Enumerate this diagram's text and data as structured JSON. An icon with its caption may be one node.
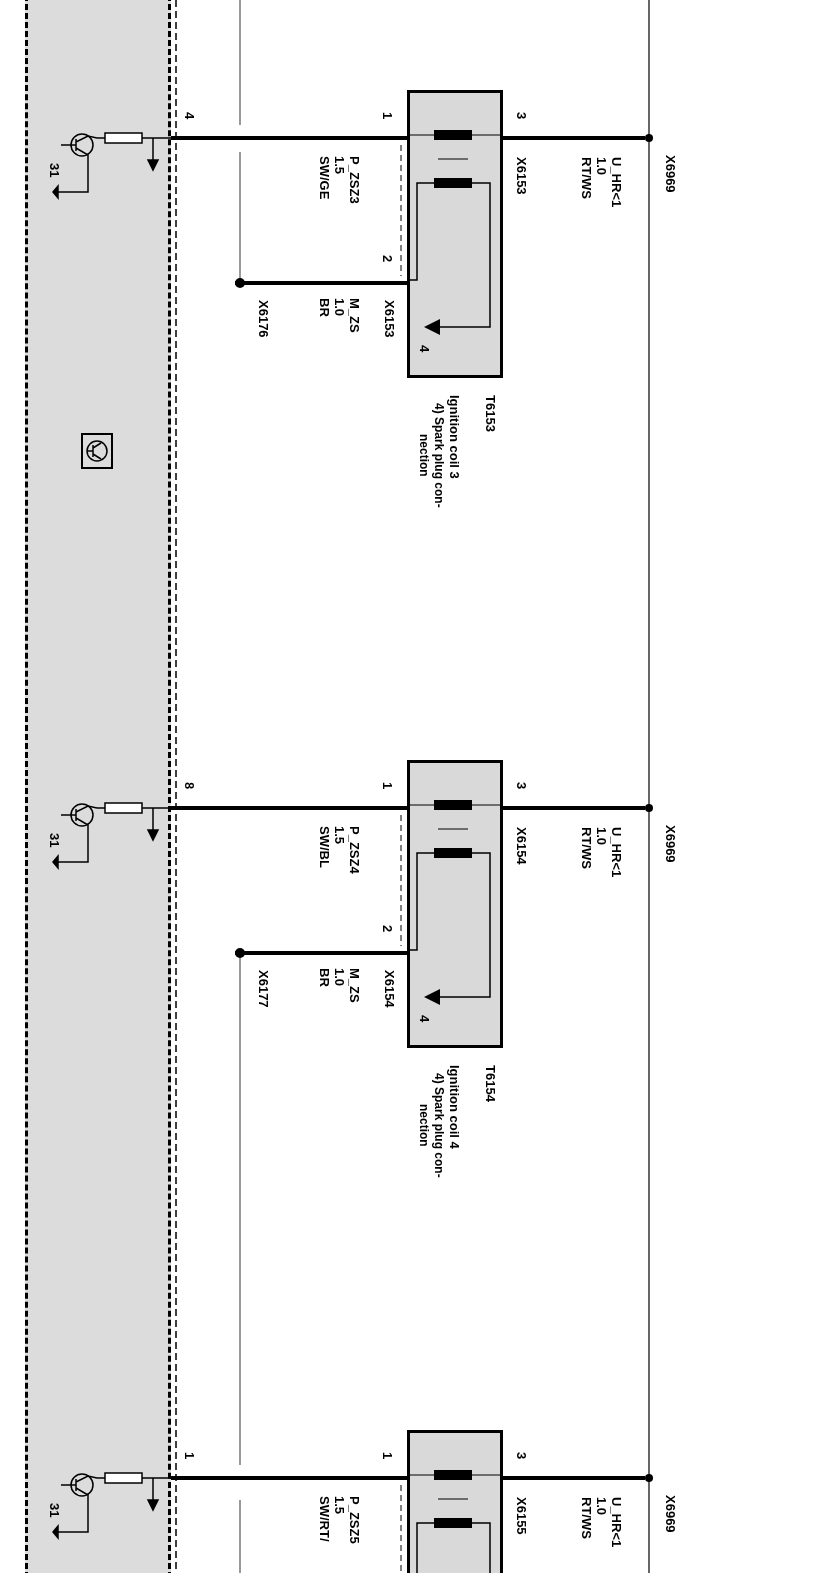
{
  "diagram": {
    "nodes": [
      {
        "text": [],
        "shape": "box"
      },
      {
        "text": [
          "T6153",
          "Ignition coil 3",
          "4) Spark plug con- nection"
        ]
      },
      {
        "text": [
          "X6176"
        ]
      },
      {
        "text": [
          "X6969"
        ]
      },
      {
        "text": [
          "T6154",
          "Ignition coil 4",
          "4) Spark plug con- nection"
        ]
      },
      {
        "text": [
          "X6177"
        ]
      },
      {
        "text": [
          "X6969"
        ]
      },
      {
        "text": [],
        "shape": "box"
      },
      {
        "text": [
          "X6969"
        ]
      }
    ],
    "edges": [
      {
        "from": 0,
        "to": 1,
        "arrow": "none",
        "label": "P_ZSZ3 1.5 SW/GE"
      },
      {
        "from": 1,
        "to": 2,
        "arrow": "none",
        "label": "M_ZS 1.0 BR"
      },
      {
        "from": 1,
        "to": 3,
        "arrow": "none",
        "label": "U_HR<1 1.0 RT/WS"
      },
      {
        "from": 0,
        "to": 4,
        "arrow": "none",
        "label": "P_ZSZ4 1.5 SW/BL"
      },
      {
        "from": 4,
        "to": 5,
        "arrow": "none",
        "label": "M_ZS 1.0 BR"
      },
      {
        "from": 4,
        "to": 6,
        "arrow": "none",
        "label": "U_HR<1 1.0 RT/WS"
      },
      {
        "from": 0,
        "to": 7,
        "arrow": "none",
        "label": "P_ZSZ5 1.5 SW/RT/"
      },
      {
        "from": 7,
        "to": 8,
        "arrow": "none",
        "label": "U_HR<1 1.0 RT/WS"
      }
    ],
    "labels": [
      "4",
      "31",
      "1",
      "3",
      "X6153",
      "2",
      "X6153",
      "4",
      "8",
      "31",
      "1",
      "3",
      "X6154",
      "2",
      "X6154",
      "4",
      "1",
      "31",
      "1",
      "3",
      "X6155"
    ]
  }
}
